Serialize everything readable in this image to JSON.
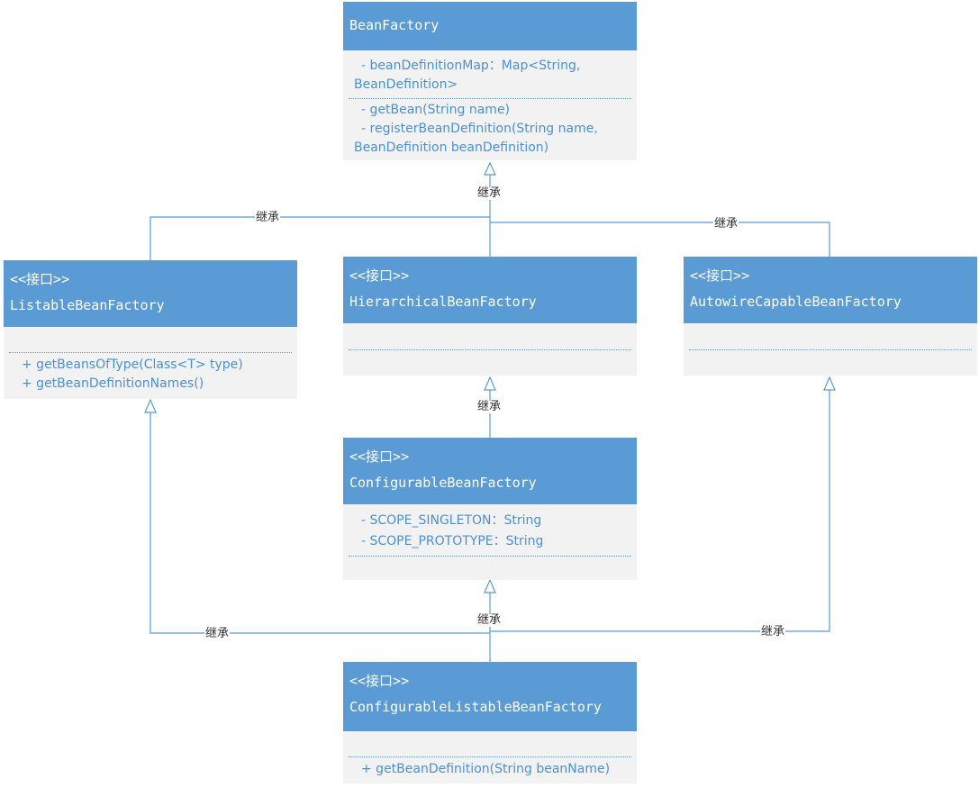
{
  "classes": {
    "bean_factory": {
      "name": "BeanFactory",
      "attributes": [
        "- beanDefinitionMap：Map<String,",
        "BeanDefinition>"
      ],
      "methods": [
        "- getBean(String name)",
        "- registerBeanDefinition(String name,",
        "BeanDefinition beanDefinition)"
      ]
    },
    "listable": {
      "stereotype": "<<接口>>",
      "name": "ListableBeanFactory",
      "methods": [
        "+ getBeansOfType(Class<T> type)",
        "+ getBeanDefinitionNames()"
      ]
    },
    "hierarchical": {
      "stereotype": "<<接口>>",
      "name": "HierarchicalBeanFactory"
    },
    "autowire": {
      "stereotype": "<<接口>>",
      "name": "AutowireCapableBeanFactory"
    },
    "configurable": {
      "stereotype": "<<接口>>",
      "name": "ConfigurableBeanFactory",
      "attributes": [
        "- SCOPE_SINGLETON：String",
        "- SCOPE_PROTOTYPE：String"
      ]
    },
    "configurable_listable": {
      "stereotype": "<<接口>>",
      "name": "ConfigurableListableBeanFactory",
      "methods": [
        "+ getBeanDefinition(String beanName)"
      ]
    }
  },
  "relations": {
    "label": "继承"
  }
}
